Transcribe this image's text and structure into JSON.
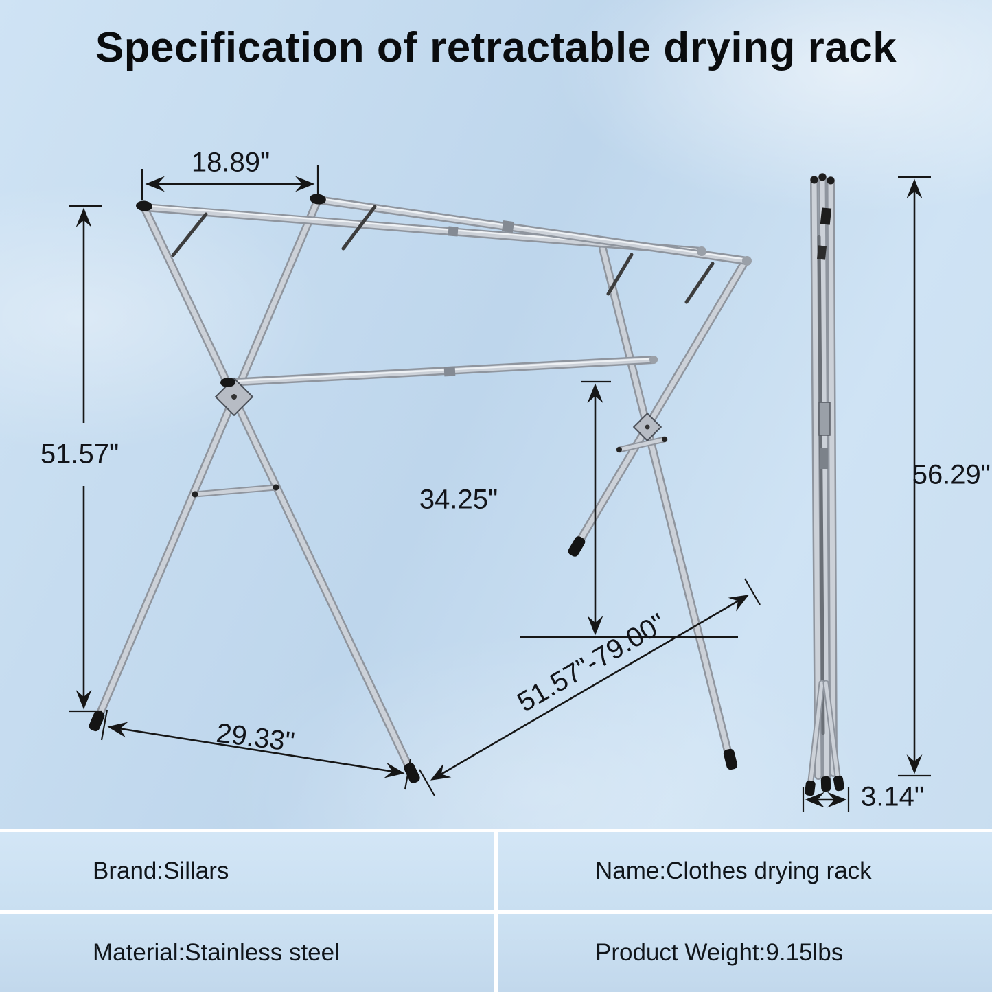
{
  "title": "Specification of retractable drying rack",
  "dimensions": {
    "top_rail_gap": "18.89\"",
    "open_height": "51.57\"",
    "middle_bar_height": "34.25\"",
    "base_depth": "29.33\"",
    "extend_length": "51.57\"-79.00\"",
    "folded_height": "56.29\"",
    "folded_depth": "3.14\""
  },
  "spec_table": {
    "rows": [
      {
        "left": "Brand:Sillars",
        "right": "Name:Clothes drying rack"
      },
      {
        "left": "Material:Stainless steel",
        "right": "Product Weight:9.15lbs"
      }
    ]
  }
}
